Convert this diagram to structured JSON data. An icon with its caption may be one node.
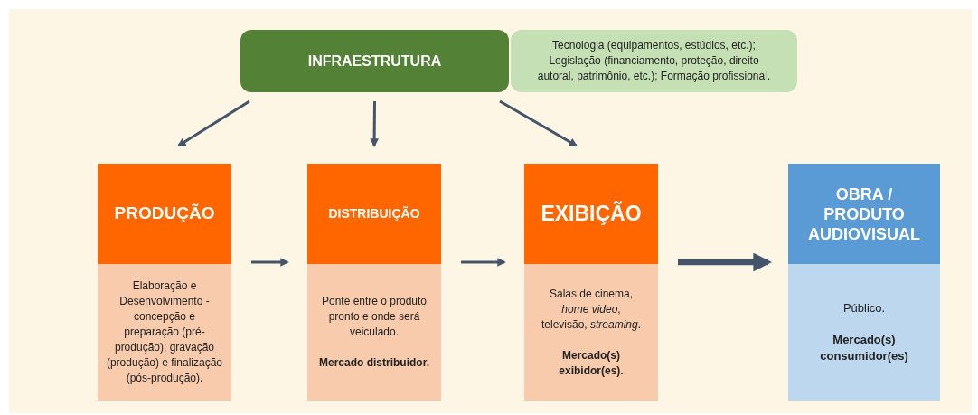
{
  "diagram": {
    "nodes": [
      {
        "text": [
          "INFRAESTRUTURA"
        ]
      },
      {
        "text": [
          "Tecnologia (equipamentos, estúdios, etc.); Legislação (financiamento, proteção, direito autoral, patrimônio, etc.); Formação profissional."
        ]
      },
      {
        "text": [
          "PRODUÇÃO"
        ]
      },
      {
        "text": [
          "Elaboração e Desenvolvimento - concepção e preparação (pré-produção); gravação (produção) e finalização (pós-produção)."
        ]
      },
      {
        "text": [
          "DISTRIBUIÇÃO"
        ]
      },
      {
        "text": [
          "Ponte entre o produto pronto e onde será veiculado.",
          "Mercado distribuidor."
        ]
      },
      {
        "text": [
          "EXIBIÇÃO"
        ]
      },
      {
        "text": [
          "Salas de cinema, *home video*, televisão, *streaming*.",
          "Mercado(s) exibidor(es)."
        ]
      },
      {
        "text": [
          "OBRA / PRODUTO AUDIOVISUAL"
        ]
      },
      {
        "text": [
          "Público.",
          "Mercado(s) consumidor(es)"
        ]
      }
    ],
    "edges": [
      {
        "from": 0,
        "to": 2,
        "arrow": "to"
      },
      {
        "from": 0,
        "to": 4,
        "arrow": "to"
      },
      {
        "from": 0,
        "to": 6,
        "arrow": "to"
      },
      {
        "from": 2,
        "to": 4,
        "arrow": "to"
      },
      {
        "from": 4,
        "to": 6,
        "arrow": "to"
      },
      {
        "from": 6,
        "to": 8,
        "arrow": "to",
        "style": "thick"
      }
    ]
  }
}
